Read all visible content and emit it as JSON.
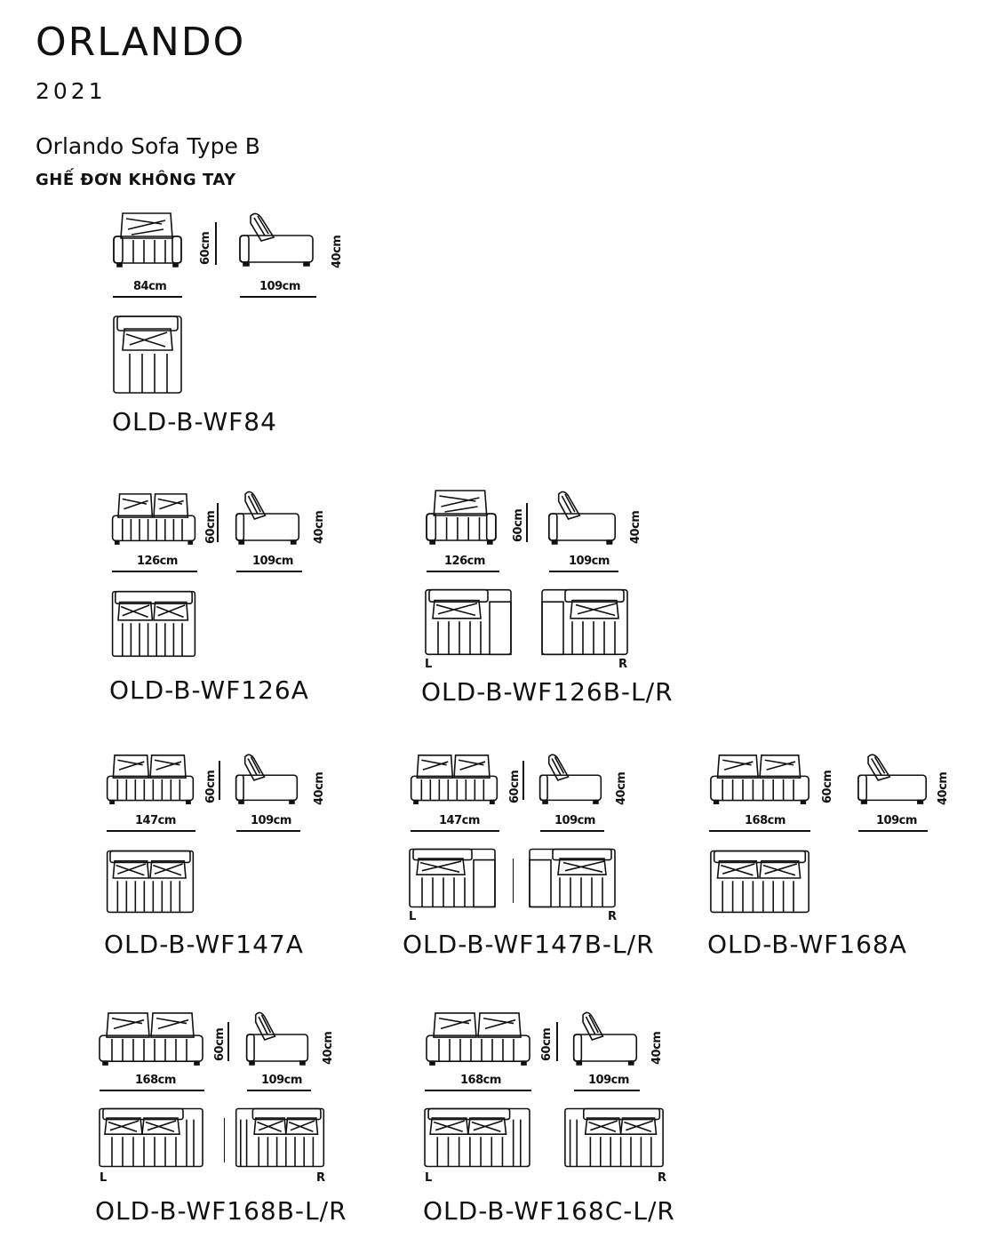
{
  "header": {
    "title": "ORLANDO",
    "year": "2021",
    "subtitle": "Orlando Sofa Type B",
    "subtitle2": "GHẾ ĐƠN KHÔNG TAY"
  },
  "labels": {
    "L": "L",
    "R": "R",
    "height_60": "60cm",
    "height_40": "40cm",
    "depth_109": "109cm"
  },
  "models": [
    {
      "code": "OLD-B-WF84",
      "width": "84cm"
    },
    {
      "code": "OLD-B-WF126A",
      "width": "126cm"
    },
    {
      "code": "OLD-B-WF126B-L/R",
      "width": "126cm"
    },
    {
      "code": "OLD-B-WF147A",
      "width": "147cm"
    },
    {
      "code": "OLD-B-WF147B-L/R",
      "width": "147cm"
    },
    {
      "code": "OLD-B-WF168A",
      "width": "168cm"
    },
    {
      "code": "OLD-B-WF168B-L/R",
      "width": "168cm"
    },
    {
      "code": "OLD-B-WF168C-L/R",
      "width": "168cm"
    }
  ]
}
